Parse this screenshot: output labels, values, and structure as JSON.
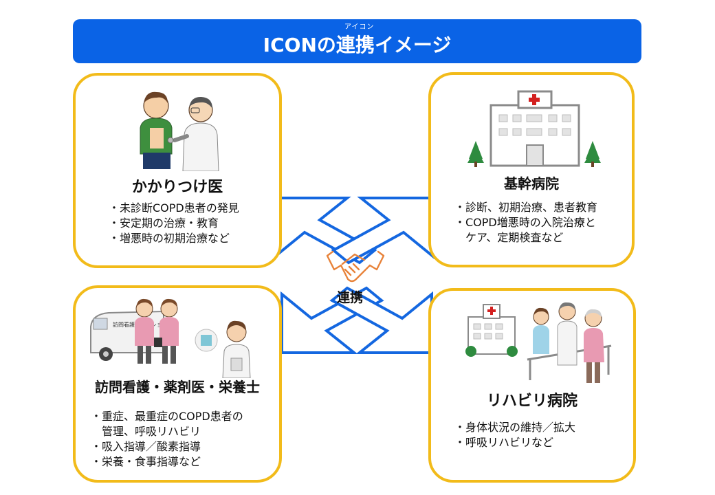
{
  "header": {
    "title": "ICONの連携イメージ",
    "ruby": "アイコン"
  },
  "center": {
    "label": "連携"
  },
  "cards": {
    "family_doctor": {
      "title": "かかりつけ医",
      "items": [
        "・未診断COPD患者の発見",
        "・安定期の治療・教育",
        "・増悪時の初期治療など"
      ]
    },
    "core_hospital": {
      "title": "基幹病院",
      "items": [
        "・診断、初期治療、患者教育",
        "・COPD増悪時の入院治療と",
        "ケア、定期検査など"
      ]
    },
    "home_care": {
      "title": "訪問看護・薬剤医・栄養士",
      "van_text": "訪問看護ステーション",
      "items": [
        "・重症、最重症のCOPD患者の",
        "管理、呼吸リハビリ",
        "・吸入指導／酸素指導",
        "・栄養・食事指導など"
      ]
    },
    "rehab_hospital": {
      "title": "リハビリ病院",
      "items": [
        "・身体状況の維持／拡大",
        "・呼吸リハビリなど"
      ]
    }
  },
  "colors": {
    "banner": "#0a63e6",
    "card_border": "#f2bb1a",
    "arrow_stroke": "#1467e0",
    "handshake": "#e8833a"
  }
}
